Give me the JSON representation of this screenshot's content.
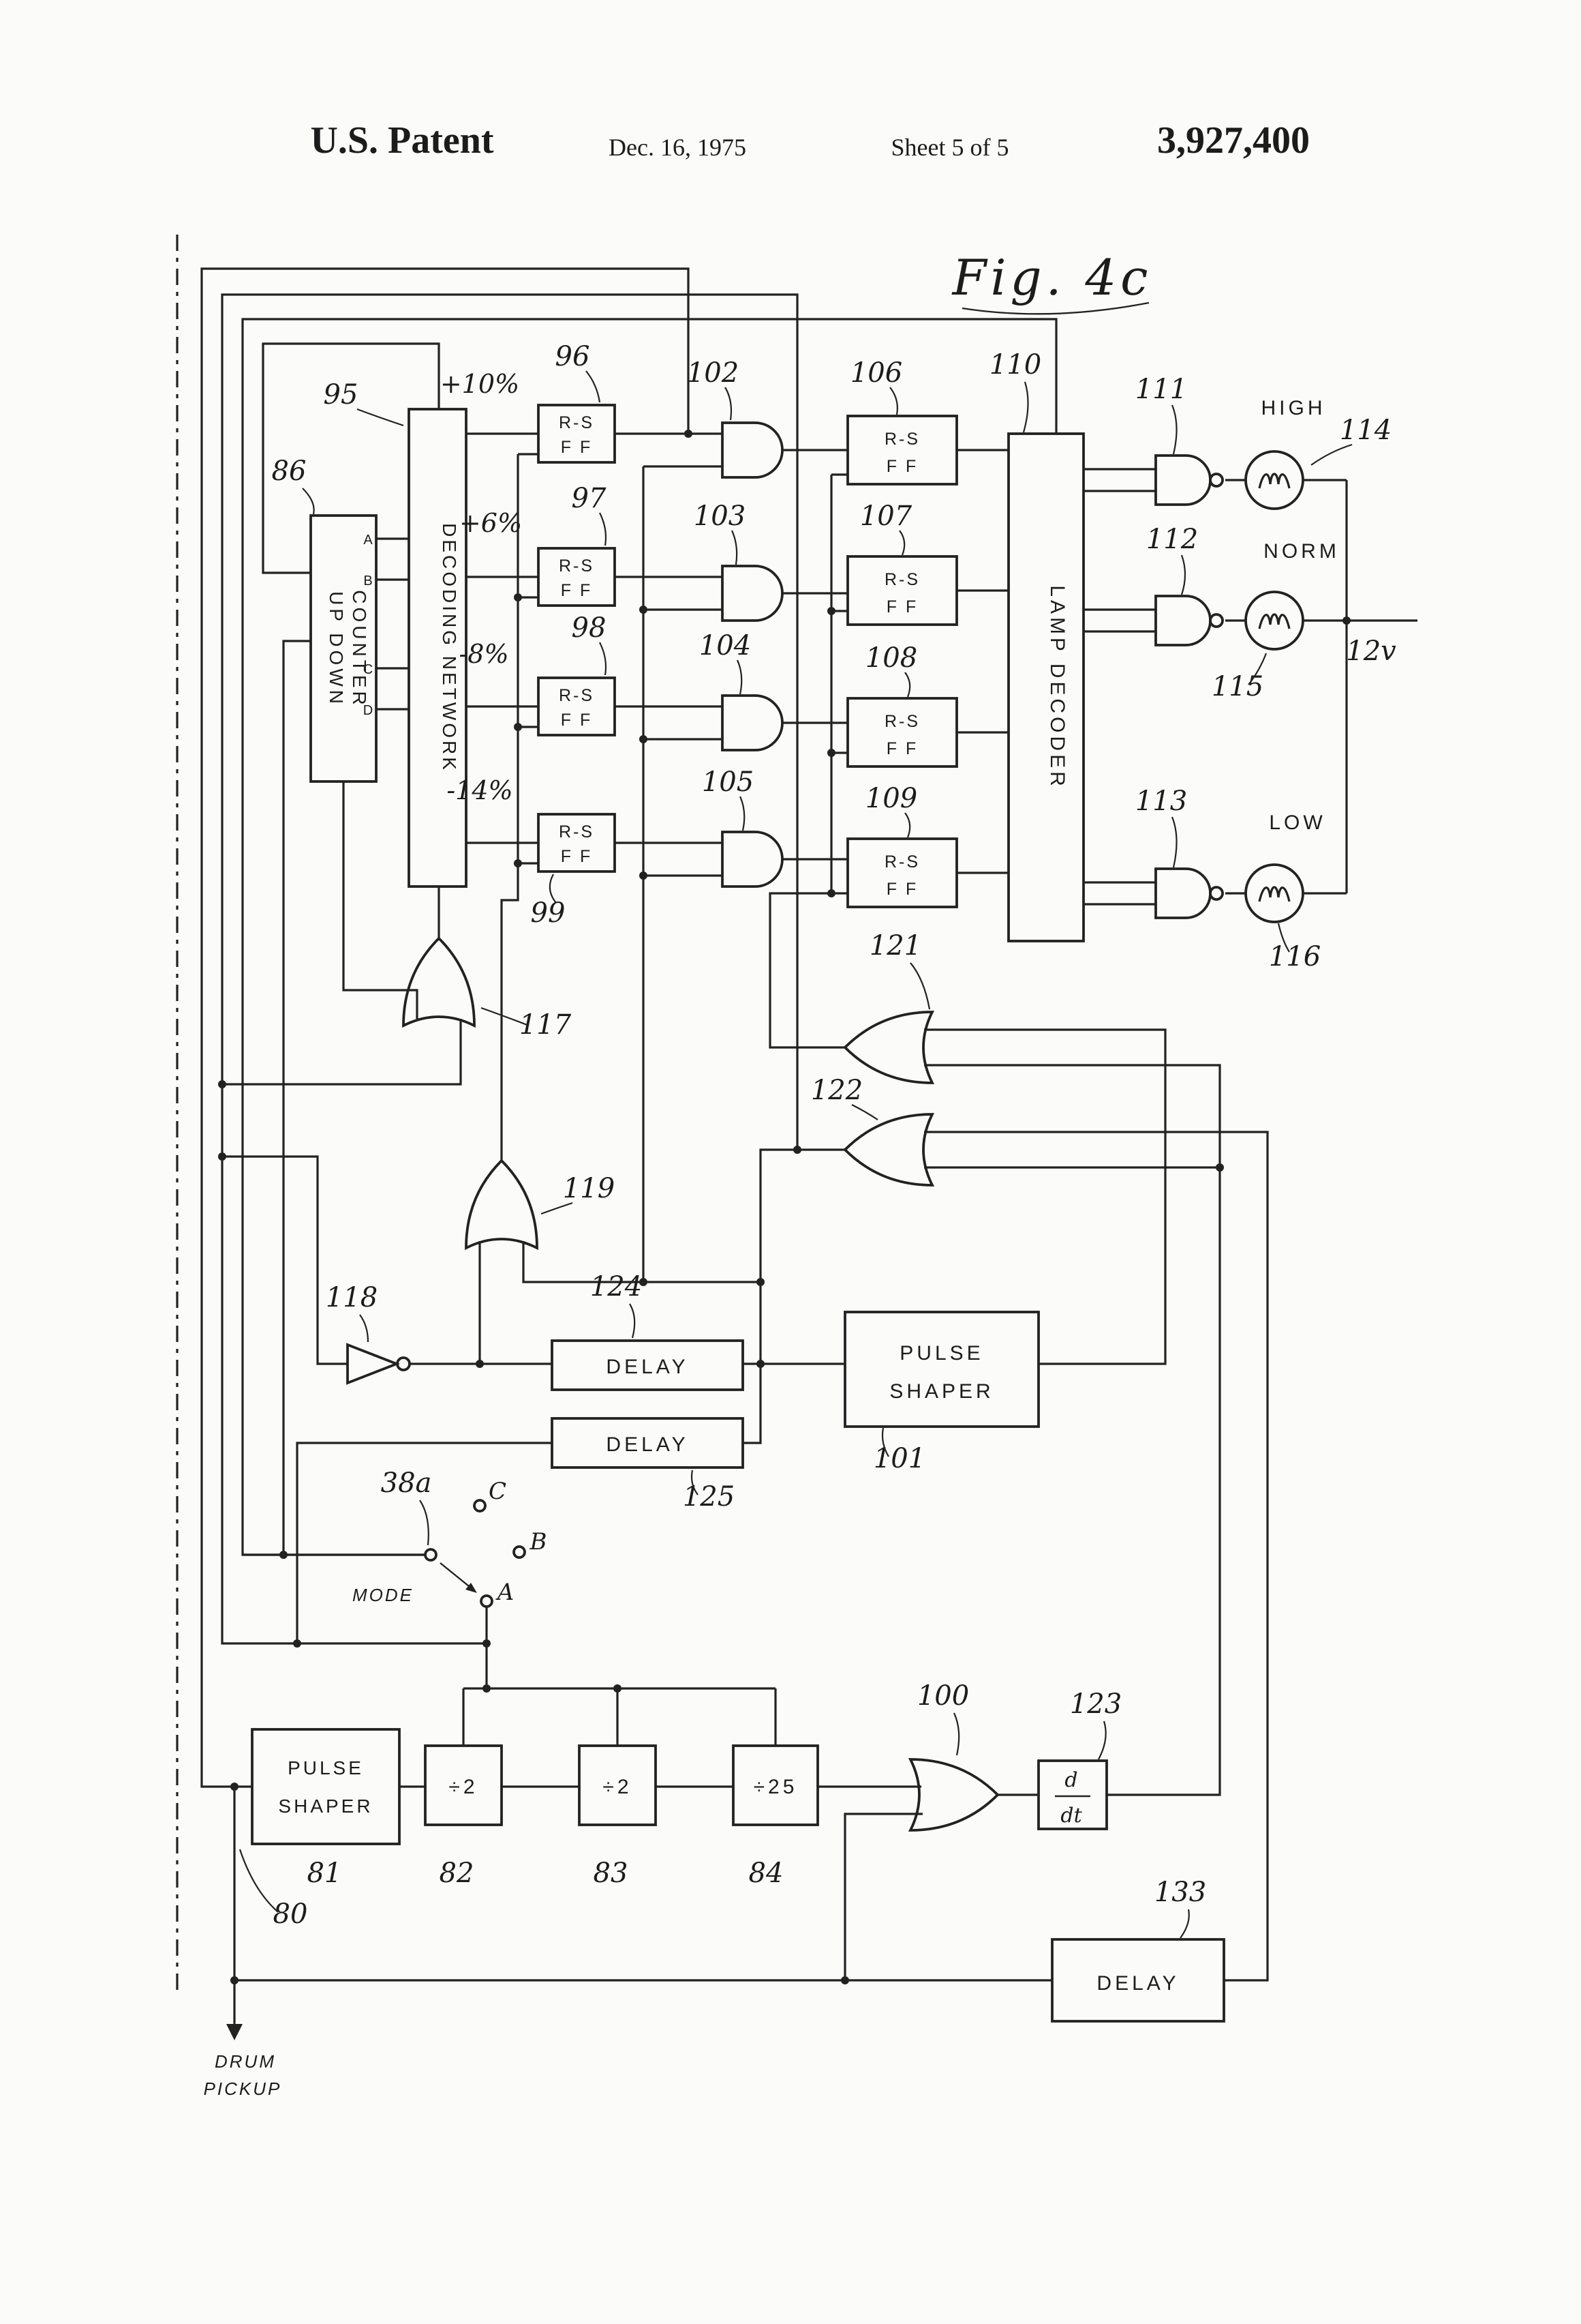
{
  "header": {
    "title": "U.S. Patent",
    "date": "Dec. 16, 1975",
    "sheet": "Sheet 5 of 5",
    "number": "3,927,400"
  },
  "figure_label": "Fig. 4c",
  "percents": {
    "p96": "+10%",
    "p97": "+6%",
    "p98": "-8%",
    "p99": "-14%"
  },
  "refs": {
    "r38a": "38a",
    "r80": "80",
    "r81": "81",
    "r82": "82",
    "r83": "83",
    "r84": "84",
    "r86": "86",
    "r95": "95",
    "r96": "96",
    "r97": "97",
    "r98": "98",
    "r99": "99",
    "r100": "100",
    "r101": "101",
    "r102": "102",
    "r103": "103",
    "r104": "104",
    "r105": "105",
    "r106": "106",
    "r107": "107",
    "r108": "108",
    "r109": "109",
    "r110": "110",
    "r111": "111",
    "r112": "112",
    "r113": "113",
    "r114": "114",
    "r115": "115",
    "r116": "116",
    "r117": "117",
    "r118": "118",
    "r119": "119",
    "r121": "121",
    "r122": "122",
    "r123": "123",
    "r124": "124",
    "r125": "125",
    "r133": "133",
    "r12v": "12v"
  },
  "blocks": {
    "counter": {
      "line1": "UP DOWN",
      "line2": "COUNTER",
      "ports": {
        "a": "A",
        "b": "B",
        "c": "C",
        "d": "D"
      }
    },
    "decoding_network": "DECODING NETWORK",
    "lamp_decoder": "LAMP DECODER",
    "ff": {
      "line1": "R-S",
      "line2": "F F"
    },
    "delay": "DELAY",
    "pulse_shaper": {
      "line1": "PULSE",
      "line2": "SHAPER"
    },
    "div2": "÷2",
    "div25": "÷25",
    "ddt": {
      "num": "d",
      "den": "dt"
    },
    "mode": {
      "label": "MODE",
      "a": "A",
      "b": "B",
      "c": "C"
    },
    "lamps": {
      "high": "HIGH",
      "norm": "NORM",
      "low": "LOW"
    },
    "drum": {
      "line1": "DRUM",
      "line2": "PICKUP"
    }
  }
}
